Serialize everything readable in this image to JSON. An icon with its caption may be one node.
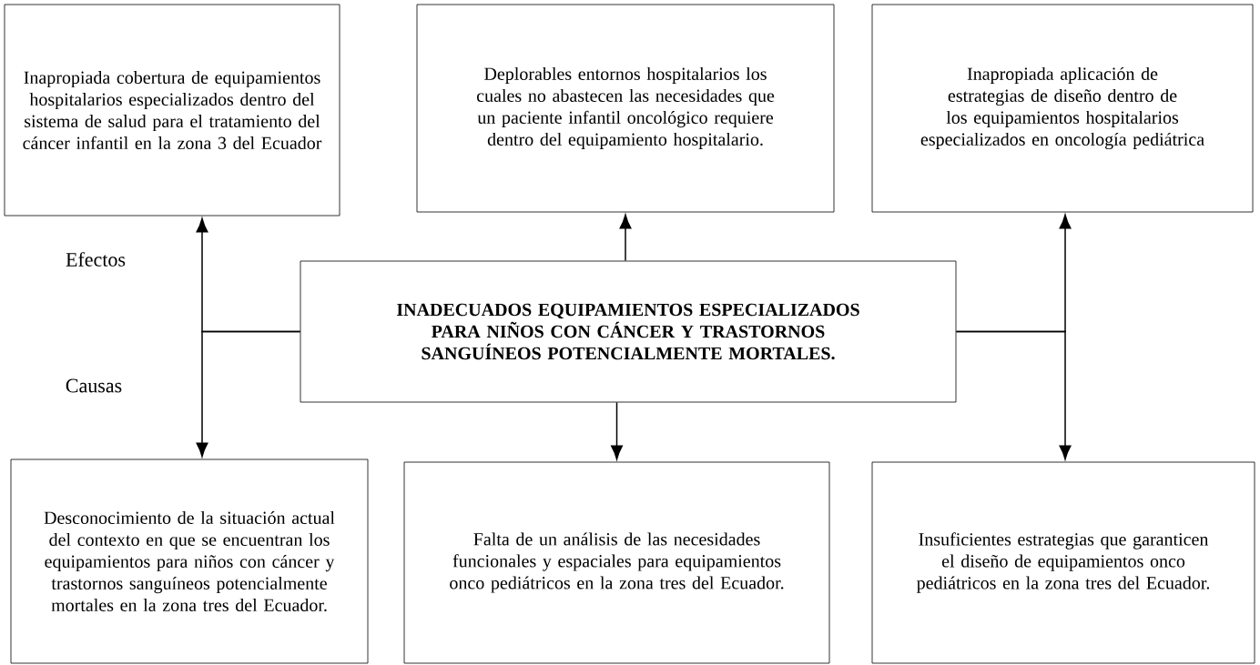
{
  "diagram": {
    "nodes": [
      {
        "text": [
          "Inapropiada cobertura de equipamientos hospitalarios especializados dentro del sistema de salud para el tratamiento del cáncer infantil en la zona 3 del Ecuador"
        ]
      },
      {
        "text": [
          "Deplorables entornos hospitalarios los cuales no abastecen las necesidades que un paciente infantil oncológico requiere dentro del equipamiento hospitalario."
        ]
      },
      {
        "text": [
          "Inapropiada aplicación de estrategias de diseño dentro de los equipamientos hospitalarios especializados en oncología pediátrica"
        ]
      },
      {
        "text": [
          "INADECUADOS EQUIPAMIENTOS ESPECIALIZADOS PARA NIÑOS CON CÁNCER Y TRASTORNOS SANGUÍNEOS POTENCIALMENTE MORTALES."
        ]
      },
      {
        "text": [
          "Desconocimiento de la situación actual del contexto en que se encuentran los equipamientos para niños con cáncer y trastornos sanguíneos potencialmente mortales en la zona tres del Ecuador."
        ]
      },
      {
        "text": [
          "Falta de un análisis de las necesidades funcionales y espaciales para equipamientos onco pediátricos en la zona tres del Ecuador."
        ]
      },
      {
        "text": [
          "Insuficientes estrategias que garanticen el diseño de equipamientos onco pediátricos en la zona tres del Ecuador."
        ]
      }
    ],
    "edges": [
      {
        "from": 3,
        "to": 0,
        "arrow": "to"
      },
      {
        "from": 3,
        "to": 1,
        "arrow": "to"
      },
      {
        "from": 3,
        "to": 2,
        "arrow": "to"
      },
      {
        "from": 3,
        "to": 4,
        "arrow": "to"
      },
      {
        "from": 3,
        "to": 5,
        "arrow": "to"
      },
      {
        "from": 3,
        "to": 6,
        "arrow": "to"
      }
    ],
    "labels": [
      "Efectos",
      "Causas"
    ]
  }
}
